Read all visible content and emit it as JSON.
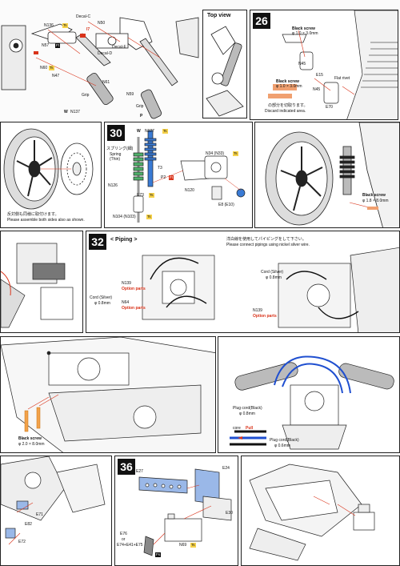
{
  "colors": {
    "accent_red": "#d9331a",
    "sticker_yellow": "#f6d24a",
    "part_blue": "#3a7bd5",
    "spring_green": "#4fb06a",
    "cord_blue": "#1f4fd0"
  },
  "panel_a": {
    "labels": [
      "Decal-C",
      "N136",
      "I7",
      "N50",
      "N57",
      "N60",
      "N47",
      "Decal-E",
      "Decal-D",
      "Grip",
      "N61",
      "N59",
      "W",
      "N137",
      "Grip",
      "P"
    ],
    "tags": [
      "Ft",
      "Ts",
      "Ts"
    ]
  },
  "panel_topview": {
    "title": "Top view"
  },
  "step26": {
    "number": "26",
    "labels": [
      "Black screw",
      "φ 1.0 × 3.0mm",
      "E15",
      "N45",
      "Black screw",
      "φ 1.0 × 3.0mm",
      "Flat rivet",
      "N45",
      "E70"
    ],
    "note_jp": "の部分を切取ります。",
    "note_en": "Discard indicated area."
  },
  "step29": {
    "note_jp": "反対側も同様に取付けます。",
    "note_en": "Please assemble both sides also as shown."
  },
  "step30": {
    "number": "30",
    "labels": [
      "W",
      "N127",
      "スプリング(細)",
      "Spring",
      "(Thin)",
      "T3",
      "P2",
      "N126",
      "E73",
      "N120",
      "N34 (N33)",
      "E8 (E10)",
      "N104 (N103)"
    ],
    "tags": [
      "Ts",
      "Ft",
      "Ts",
      "Ts",
      "Ts"
    ]
  },
  "step31": {
    "labels": [
      "Black screw",
      "φ 1.8 × 8.0mm"
    ]
  },
  "step32": {
    "number": "32",
    "heading": "< Piping >",
    "note_jp": "洋白線を使用してパイピングをして下さい。",
    "note_en": "Please connect pipings using nickel silver wire.",
    "labels": [
      "N139",
      "Option parts",
      "Cord (Silver)",
      "φ 0.8mm",
      "N64",
      "Option parts",
      "Cord (Silver)",
      "φ 0.8mm",
      "N139",
      "Option parts"
    ]
  },
  "step33": {
    "labels": [
      "Black screw",
      "φ 2.0 × 8.0mm"
    ]
  },
  "step34": {
    "labels": [
      "Plug cord(Black)",
      "φ 0.8mm",
      "core",
      "Pull",
      "Plug cord(Black)",
      "φ 0.6mm"
    ]
  },
  "step35": {
    "labels": [
      "E71",
      "E82",
      "E72"
    ]
  },
  "step36": {
    "number": "36",
    "labels": [
      "E27",
      "E24",
      "E30",
      "E76",
      "or",
      "E74+E41+E75",
      "N69",
      "Ts",
      "Fs"
    ]
  }
}
